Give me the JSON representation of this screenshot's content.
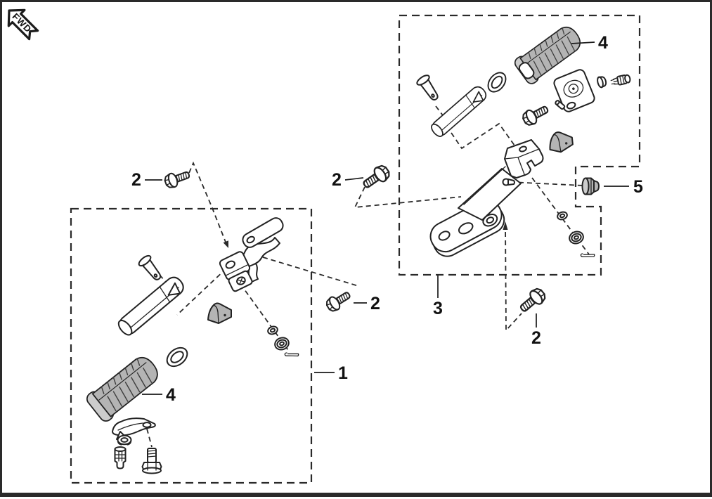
{
  "diagram": {
    "fwd_label": "FWD",
    "callouts": {
      "n1": "1",
      "n2": "2",
      "n3": "3",
      "n4": "4",
      "n5": "5"
    },
    "colors": {
      "line": "#222222",
      "part_gray": "#b4b4b4",
      "part_gray_light": "#cccccc",
      "background": "#ffffff",
      "frame": "#2a2a2a"
    }
  }
}
